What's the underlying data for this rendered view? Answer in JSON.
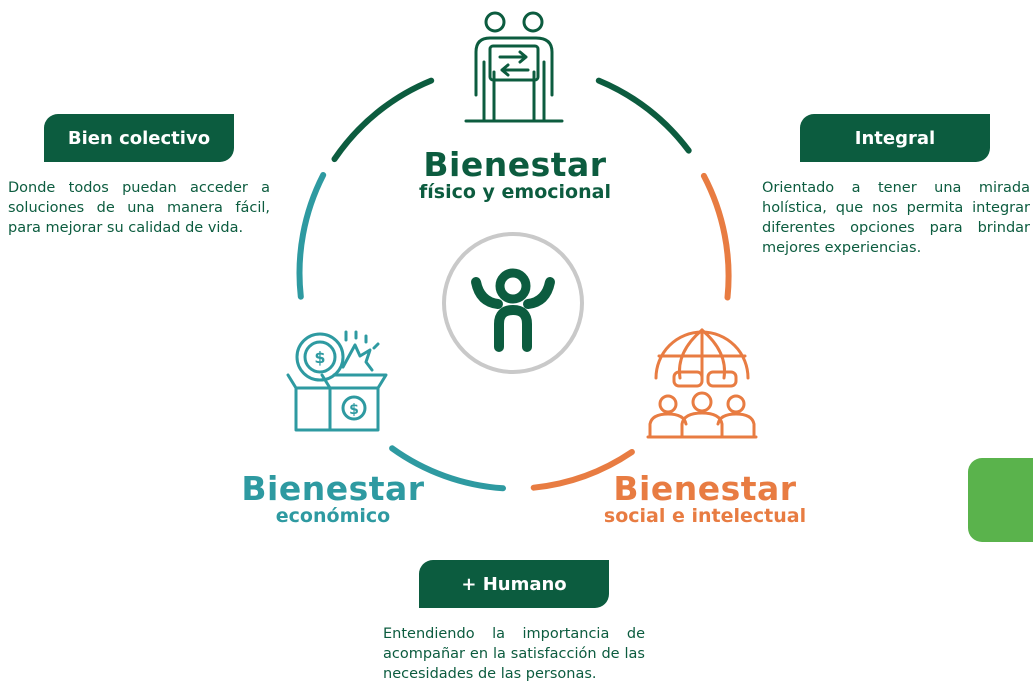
{
  "colors": {
    "dark_green": "#0c5c3f",
    "teal": "#2e9aa1",
    "orange": "#e87c42",
    "grey": "#c9c9c9",
    "bright_green": "#5ab34c"
  },
  "nodes": {
    "fisico": {
      "title": "Bienestar",
      "subtitle": "físico y emocional",
      "icon": "people-exchange-icon"
    },
    "economico": {
      "title": "Bienestar",
      "subtitle": "económico",
      "icon": "money-box-icon"
    },
    "social": {
      "title": "Bienestar",
      "subtitle": "social e intelectual",
      "icon": "globe-people-icon"
    },
    "center": {
      "icon": "person-logo-icon"
    }
  },
  "principles": {
    "colectivo": {
      "label": "Bien colectivo",
      "text": "Donde todos puedan acceder a soluciones de una manera fácil, para mejorar su calidad de vida."
    },
    "integral": {
      "label": "Integral",
      "text": "Orientado a tener una mirada holística, que nos permita integrar diferentes opciones para brindar mejores experiencias."
    },
    "humano": {
      "label": "+ Humano",
      "text": "Entendiendo la importancia de acompañar en la satisfacción de las necesidades de las personas."
    }
  }
}
